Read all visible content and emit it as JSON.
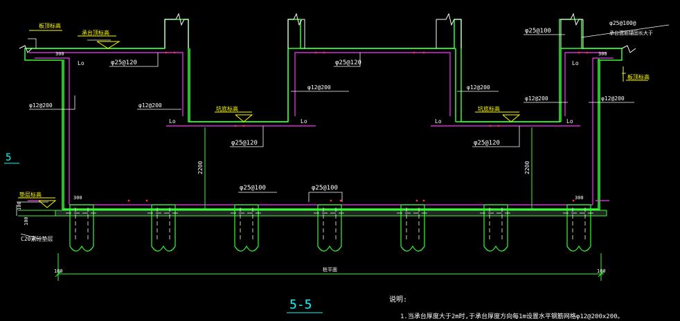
{
  "colors": {
    "background": "#000000",
    "structure": "#33ff33",
    "rebar": "#ff33ff",
    "text_white": "#ffffff",
    "text_yellow": "#ffff00",
    "cyan": "#00ffff",
    "dim_green": "#00ff66",
    "marker_red": "#ff3333",
    "pile_dash": "#ffffff"
  },
  "labels": {
    "side_mark": "5",
    "section_title": "5-5",
    "note_label": "说明:",
    "note_line": "1.当承台厚度大于2m时,于承台厚度方向每1m设置水平钢筋网格φ12@200x200。",
    "yellow_tl": "板顶标高",
    "yellow_cap_left": "承台顶标高",
    "yellow_cap_mid_left": "坑底标高",
    "yellow_cap_mid_right": "坑底标高",
    "yellow_left_bottom": "垫层标高",
    "yellow_right_top": "板顶标高",
    "right_top_1": "φ25@100@",
    "right_top_2": "承台面筋锚固长大于",
    "bar_tl": "φ25@120",
    "bar_mid": "φ25@120",
    "bar_pit_left": "φ25@120",
    "bar_pit_right": "φ25@120",
    "bar_right_top": "φ25@100",
    "bar_v1": "φ12@200",
    "bar_v2": "φ12@200",
    "bar_v3": "φ12@200",
    "bar_v4": "φ12@200",
    "bar_v5": "φ12@200",
    "bar_v6": "φ12@200",
    "bar_bottom_1": "φ25@100",
    "bar_bottom_2": "φ25@100",
    "lo": "Lo",
    "dim_300": "300",
    "dim_2200": "2200",
    "dim_100": "100",
    "c20": "C20素砼垫层",
    "pile_axis": "桩平面"
  }
}
